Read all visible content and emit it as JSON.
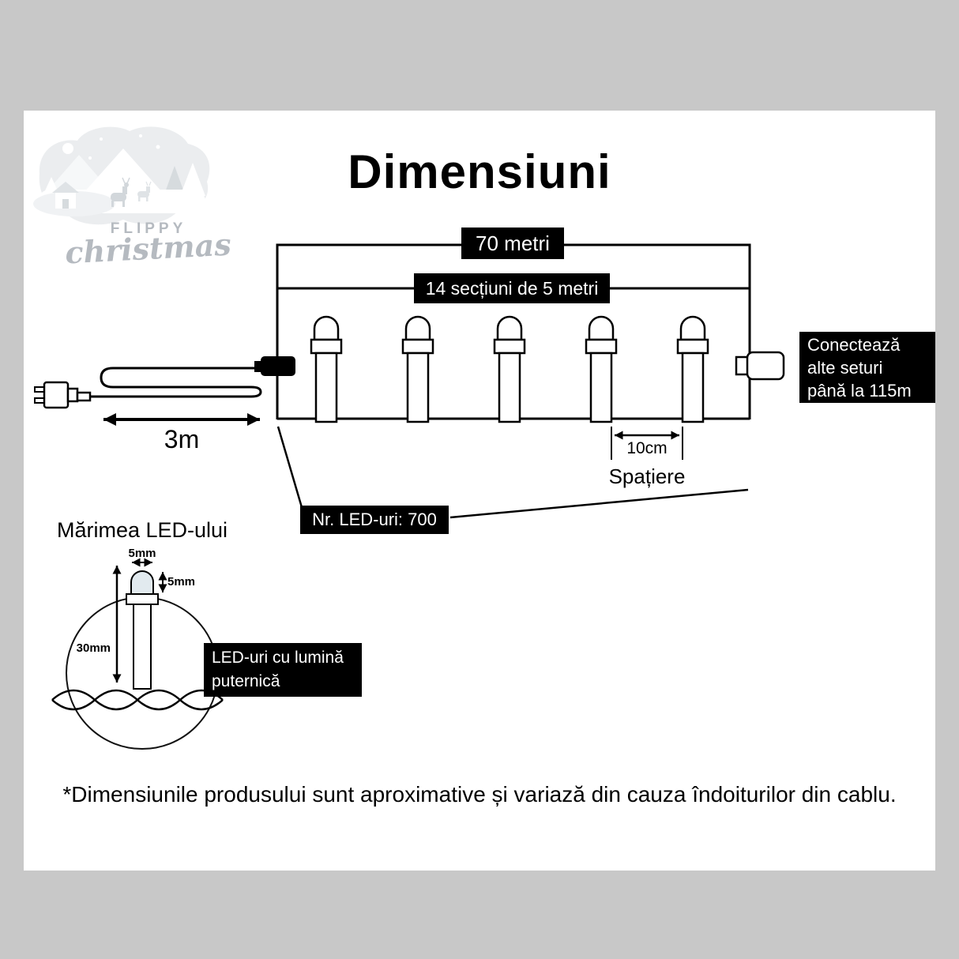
{
  "title": "Dimensiuni",
  "logo": {
    "name": "FLIPPY",
    "script": "christmas"
  },
  "diagram": {
    "total_length": "70 metri",
    "sections": "14 secțiuni de 5 metri",
    "lead_length": "3m",
    "connector_note": [
      "Conectează",
      "alte seturi",
      "până la 115m"
    ],
    "spacing_value": "10cm",
    "spacing_label": "Spațiere",
    "led_count": "Nr. LED-uri: 700"
  },
  "led_detail": {
    "heading": "Mărimea LED-ului",
    "width": "5mm",
    "dome_height": "5mm",
    "length": "30mm",
    "note": [
      "LED-uri cu lumină",
      "puternică"
    ]
  },
  "footer_note": "*Dimensiunile produsului sunt aproximative și variază din cauza îndoiturilor din cablu.",
  "colors": {
    "frame": "#c8c8c8",
    "canvas": "#ffffff",
    "label_bg": "#000000",
    "label_text": "#ffffff",
    "line": "#000000",
    "logo_text": "#b5bac0"
  }
}
